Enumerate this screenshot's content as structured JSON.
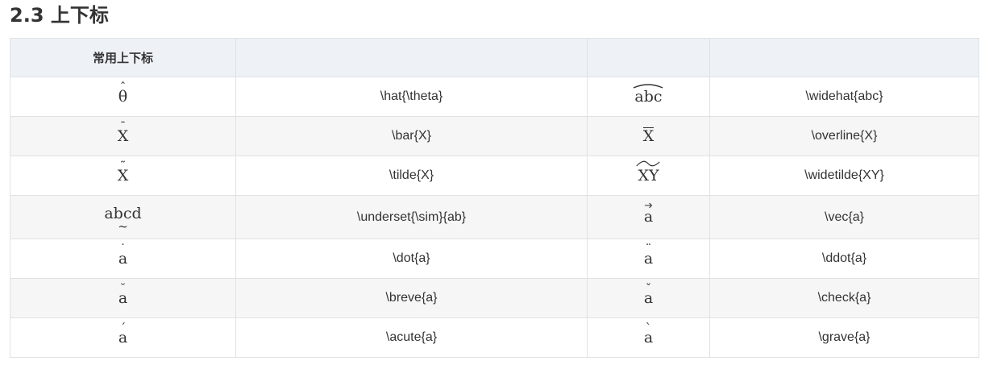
{
  "section": {
    "title": "2.3 上下标"
  },
  "table": {
    "headers": [
      "常用上下标",
      "",
      "",
      ""
    ],
    "rows": [
      {
        "sym1": "θ",
        "code1": "\\hat{\\theta}",
        "sym2": "abc",
        "code2": "\\widehat{abc}"
      },
      {
        "sym1": "X",
        "code1": "\\bar{X}",
        "sym2": "X",
        "code2": "\\overline{X}"
      },
      {
        "sym1": "X",
        "code1": "\\tilde{X}",
        "sym2": "XY",
        "code2": "\\widetilde{XY}"
      },
      {
        "sym1": "abcd",
        "code1": "\\underset{\\sim}{ab}",
        "sym2": "a",
        "code2": "\\vec{a}"
      },
      {
        "sym1": "a",
        "code1": "\\dot{a}",
        "sym2": "a",
        "code2": "\\ddot{a}"
      },
      {
        "sym1": "a",
        "code1": "\\breve{a}",
        "sym2": "a",
        "code2": "\\check{a}"
      },
      {
        "sym1": "a",
        "code1": "\\acute{a}",
        "sym2": "a",
        "code2": "\\grave{a}"
      }
    ]
  },
  "accents": {
    "hat": "ˆ",
    "bar": "¯",
    "tilde": "˜",
    "undertilde": "~",
    "vec": "⃗",
    "dot": "˙",
    "ddot": "¨",
    "breve": "˘",
    "check": "ˇ",
    "acute": "´",
    "grave": "`"
  }
}
